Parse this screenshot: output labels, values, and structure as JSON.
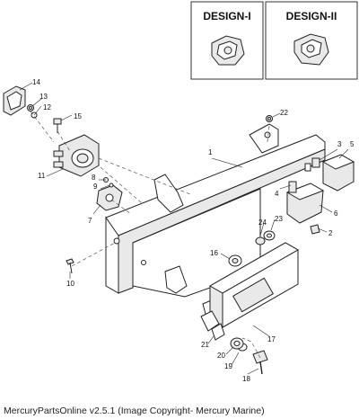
{
  "insets": [
    {
      "label": "DESIGN-I"
    },
    {
      "label": "DESIGN-II"
    }
  ],
  "callouts": [
    "1",
    "2",
    "3",
    "4",
    "5",
    "6",
    "7",
    "8",
    "9",
    "10",
    "11",
    "12",
    "13",
    "14",
    "15",
    "16",
    "17",
    "18",
    "19",
    "20",
    "21",
    "22",
    "23",
    "24"
  ],
  "footer": {
    "text": "MercuryPartsOnline v2.5.1 (Image Copyright- Mercury Marine)"
  }
}
